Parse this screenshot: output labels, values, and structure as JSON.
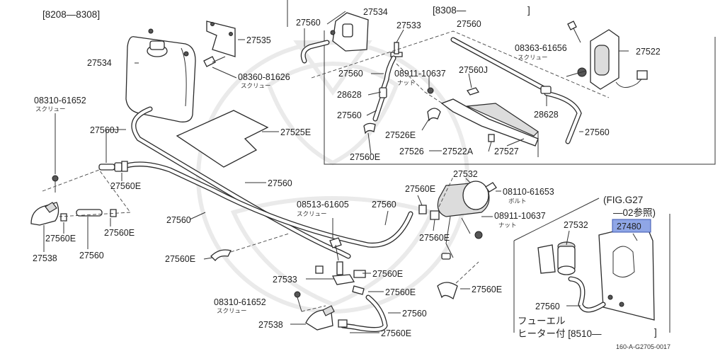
{
  "headers": {
    "top_left": "[8208—8308]",
    "top_right": "[8308—",
    "top_right_close": "]",
    "fig_line1": "(FIG.G27",
    "fig_line2": "—02参照)",
    "fuel_line1": "フューエル",
    "fuel_line2": "ヒーター付 [8510—",
    "fuel_close": "]"
  },
  "caption": "160-A-G2705-0017",
  "screw_note": "スクリュー",
  "nut_note": "ナット",
  "bolt_note": "ボルト",
  "labels": {
    "p27534_a": "27534",
    "p27535": "27535",
    "p08360": "08360-81626",
    "p27534_b": "27534",
    "p08310_a": "08310-61652",
    "p27560J_a": "27560J",
    "p27525E": "27525E",
    "p27560E_a": "27560E",
    "p27560E_b": "27560E",
    "p27560E_c": "27560E",
    "p27538_a": "27538",
    "p27560_a": "27560",
    "p27560_b": "27560",
    "p27560_c": "27560",
    "p27560_top1": "27560",
    "p27533_a": "27533",
    "p27560_top2": "27560",
    "p27560_mid": "27560",
    "p08911_a": "08911-10637",
    "p28628_a": "28628",
    "p27560_mid2": "27560",
    "p27526E": "27526E",
    "p27560E_top": "27560E",
    "p27526": "27526",
    "p27522A": "27522A",
    "p27527": "27527",
    "p27560J_b": "27560J",
    "p08363": "08363-61656",
    "p27522": "27522",
    "p28628_b": "28628",
    "p27560_right": "27560",
    "p27532_a": "27532",
    "p27560E_d": "27560E",
    "p08110": "08110-61653",
    "p08911_b": "08911-10637",
    "p27560E_e": "27560E",
    "p08513": "08513-61605",
    "p27560_mid3": "27560",
    "p27560E_f": "27560E",
    "p27560E_g": "27560E",
    "p27533_b": "27533",
    "p27560E_h": "27560E",
    "p27560E_i": "27560E",
    "p08310_b": "08310-61652",
    "p27560_low": "27560",
    "p27538_b": "27538",
    "p27560E_j": "27560E",
    "p27532_b": "27532",
    "p27480": "27480",
    "p27560_fuel": "27560"
  }
}
